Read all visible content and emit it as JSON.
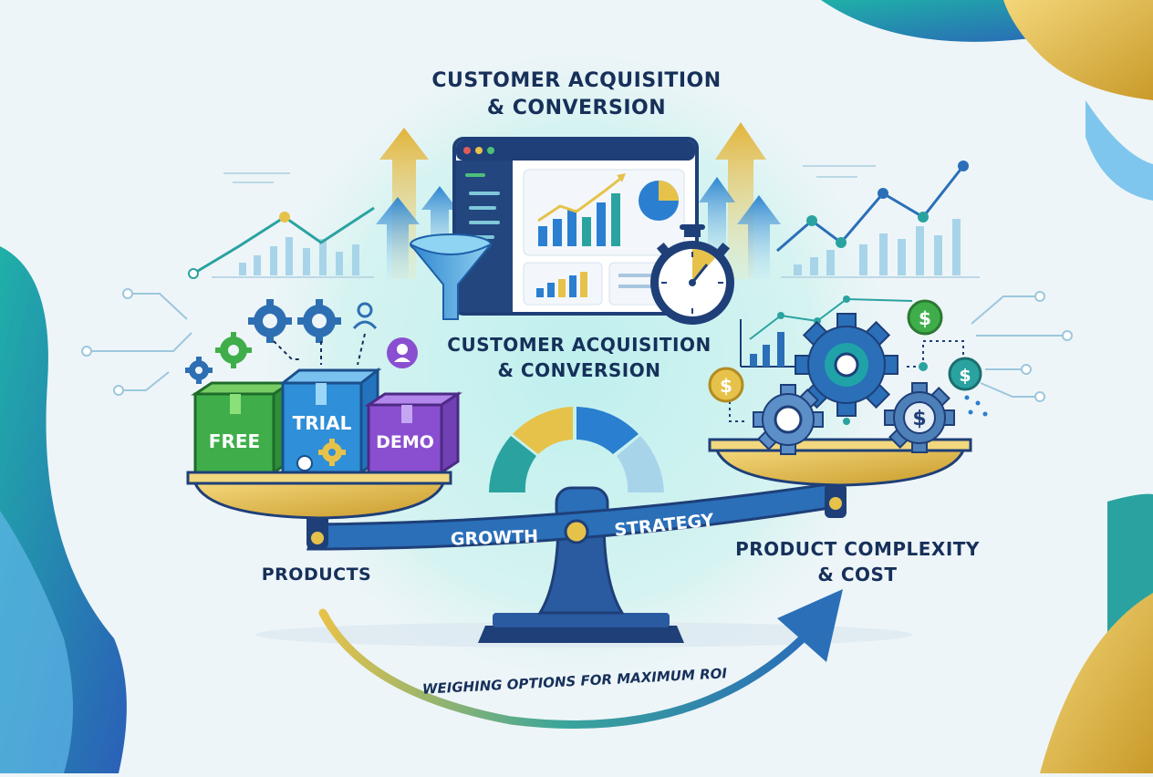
{
  "labels": {
    "top_title_line1": "CUSTOMER ACQUISITION",
    "top_title_line2": "& CONVERSION",
    "mid_title_line1": "CUSTOMER ACQUISITION",
    "mid_title_line2": "& CONVERSION",
    "products": "PRODUCTS",
    "complexity_line1": "PRODUCT COMPLEXITY",
    "complexity_line2": "& COST",
    "beam_left": "GROWTH",
    "beam_right": "STRATEGY",
    "arc_caption": "WEIGHING OPTIONS FOR MAXIMUM ROI"
  },
  "boxes": [
    {
      "label": "FREE",
      "color": "#3fae4a"
    },
    {
      "label": "TRIAL",
      "color": "#2f8fd8"
    },
    {
      "label": "DEMO",
      "color": "#8a4fd0"
    }
  ],
  "money_symbol": "$",
  "icons": [
    "funnel-icon",
    "dashboard-icon",
    "stopwatch-icon",
    "gear-icon",
    "user-icon",
    "dollar-coin-icon",
    "gauge-icon",
    "balance-scale-icon",
    "growth-arrow-icon"
  ],
  "colors": {
    "navy": "#16305a",
    "blue": "#2a6fb8",
    "teal": "#1fa3a8",
    "gold": "#d9b545",
    "green": "#3fae4a",
    "purple": "#8a4fd0"
  }
}
